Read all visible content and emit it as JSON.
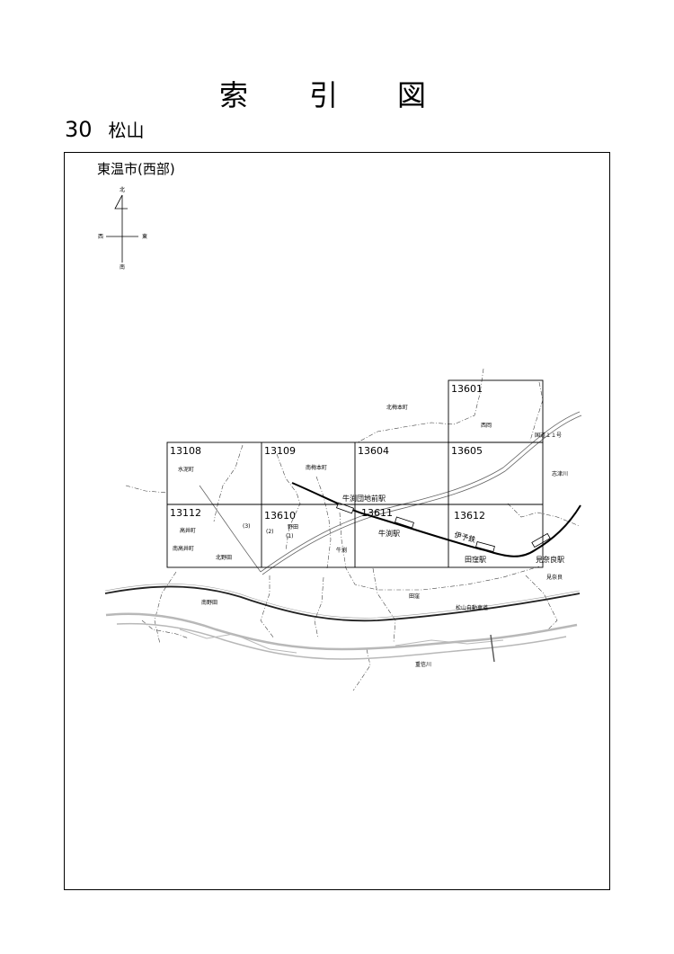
{
  "page": {
    "title_chars": [
      "索",
      "引",
      "図"
    ],
    "number": "30",
    "city": "松山",
    "area": "東温市(西部)"
  },
  "compass": {
    "north": "北",
    "south": "南",
    "east": "東",
    "west": "西"
  },
  "sheets": [
    "13601",
    "13108",
    "13109",
    "13604",
    "13605",
    "13112",
    "13610",
    "13611",
    "13612"
  ],
  "places": {
    "kitaumemoto": "北梅本町",
    "nishioka": "西岡",
    "route11": "国道１１号",
    "mizunashi": "水泥町",
    "minamiumemoto": "南梅本町",
    "shitsugawa": "志津川",
    "takai": "高井町",
    "minamitakai": "南高井町",
    "kitanoda": "北野田",
    "noda": "野田",
    "n1": "(1)",
    "n2": "(2)",
    "n3": "(3)",
    "ushibuchi": "牛渕",
    "minaminoda": "南野田",
    "takubo": "田窪",
    "minara": "見奈良",
    "expressway": "松山自動車道",
    "shigenobu": "重信川",
    "iyo_line": "伊予鉄"
  },
  "stations": {
    "danchimae": "牛渕団地前駅",
    "ushibuchi": "牛渕駅",
    "takubo": "田窪駅",
    "minara": "見奈良駅"
  }
}
